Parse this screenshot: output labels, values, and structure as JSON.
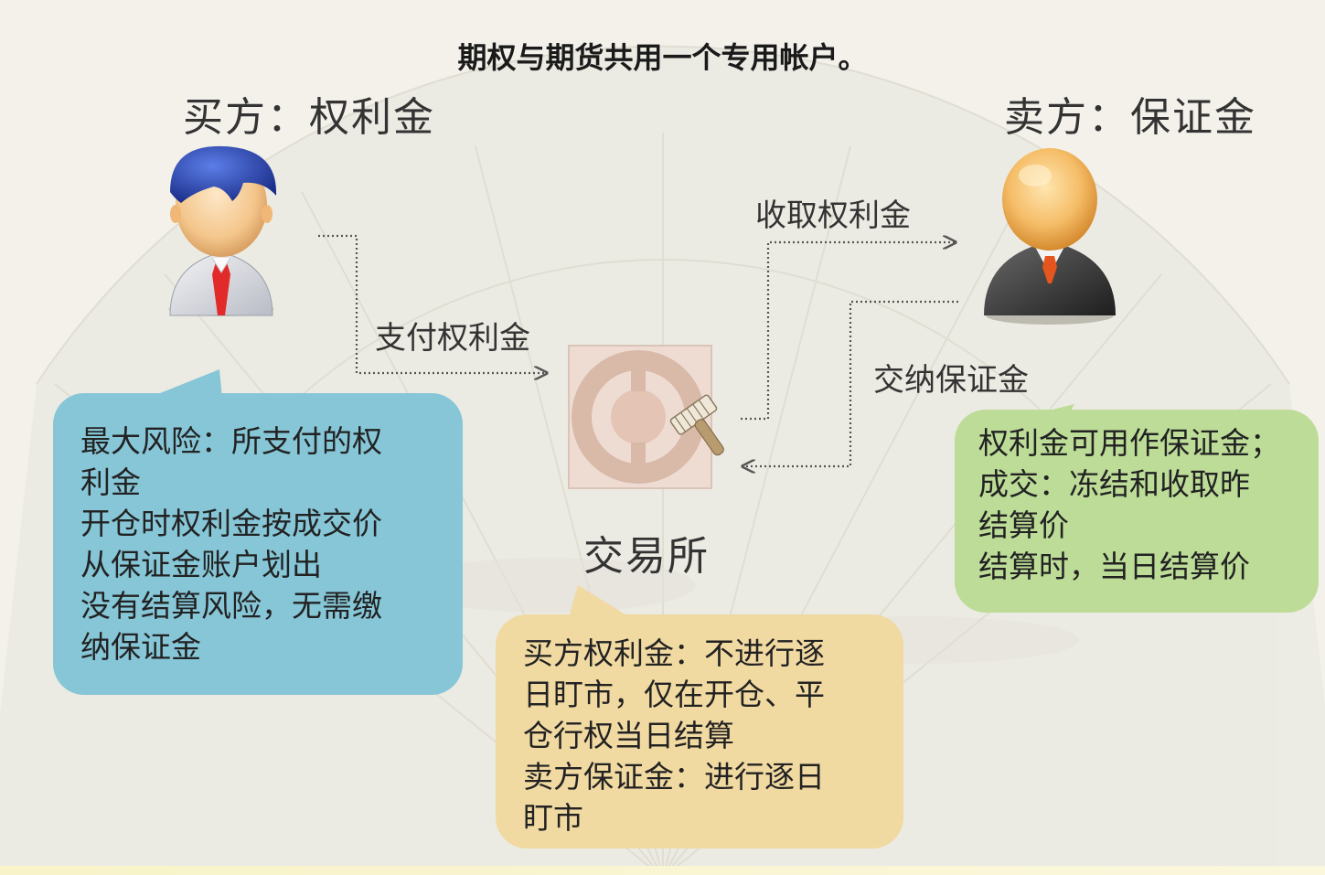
{
  "title": "期权与期货共用一个专用帐户。",
  "buyer": {
    "role_label": "买方：权利金"
  },
  "seller": {
    "role_label": "卖方：保证金"
  },
  "exchange": {
    "label": "交易所"
  },
  "flows": {
    "pay_premium": "支付权利金",
    "collect_premium": "收取权利金",
    "deposit_margin": "交纳保证金"
  },
  "notes": {
    "buyer": [
      "最大风险：所支付的权",
      "利金",
      "开仓时权利金按成交价",
      "从保证金账户划出",
      "没有结算风险，无需缴",
      "纳保证金"
    ],
    "exchange": [
      "买方权利金：不进行逐",
      "日盯市，仅在开仓、平",
      "仓行权当日结算",
      "卖方保证金：进行逐日",
      "盯市"
    ],
    "seller": [
      "权利金可用作保证金；",
      "成交：冻结和收取昨",
      "结算价",
      "结算时，当日结算价"
    ]
  },
  "colors": {
    "buyer_note": "#86c6d7",
    "exchange_note": "#f1d9a2",
    "seller_note": "#bcdc98",
    "buyer_hair": "#2846a8",
    "buyer_tie": "#e22a2a",
    "seller_suit": "#3a3a3a",
    "seller_tie": "#e4561e"
  }
}
